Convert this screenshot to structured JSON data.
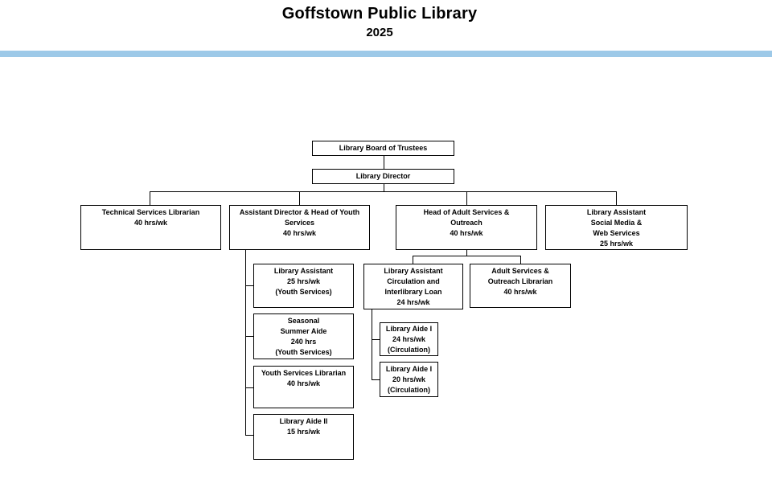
{
  "header": {
    "title": "Goffstown Public Library",
    "year": "2025",
    "divider_color": "#9dc9e8"
  },
  "org_chart": {
    "type": "org-tree",
    "nodes": [
      {
        "id": "library-board-of-trustees",
        "reports_to": null,
        "lines": [
          "Library Board of Trustees"
        ]
      },
      {
        "id": "library-director",
        "reports_to": "library-board-of-trustees",
        "lines": [
          "Library Director"
        ]
      },
      {
        "id": "technical-services-librarian",
        "reports_to": "library-director",
        "lines": [
          "Technical Services Librarian",
          "40 hrs/wk"
        ]
      },
      {
        "id": "assistant-director-head-of-youth-services",
        "reports_to": "library-director",
        "lines": [
          "Assistant Director & Head of Youth",
          "Services",
          "40 hrs/wk"
        ]
      },
      {
        "id": "head-of-adult-services-outreach",
        "reports_to": "library-director",
        "lines": [
          "Head of Adult Services &",
          "Outreach",
          "40 hrs/wk"
        ]
      },
      {
        "id": "library-assistant-social-media-web-services",
        "reports_to": "library-director",
        "lines": [
          "Library Assistant",
          "Social Media &",
          "Web Services",
          "25 hrs/wk"
        ]
      },
      {
        "id": "library-assistant-youth-services",
        "reports_to": "assistant-director-head-of-youth-services",
        "lines": [
          "Library Assistant",
          "25 hrs/wk",
          "(Youth Services)"
        ]
      },
      {
        "id": "seasonal-summer-aide",
        "reports_to": "assistant-director-head-of-youth-services",
        "lines": [
          "Seasonal",
          "Summer Aide",
          "240 hrs",
          "(Youth Services)"
        ]
      },
      {
        "id": "youth-services-librarian",
        "reports_to": "assistant-director-head-of-youth-services",
        "lines": [
          "Youth Services Librarian",
          "40 hrs/wk"
        ]
      },
      {
        "id": "library-aide-ii",
        "reports_to": "assistant-director-head-of-youth-services",
        "lines": [
          "Library Aide II",
          "15 hrs/wk"
        ]
      },
      {
        "id": "library-assistant-circulation-interlibrary-loan",
        "reports_to": "head-of-adult-services-outreach",
        "lines": [
          "Library Assistant",
          "Circulation and",
          "Interlibrary Loan",
          "24 hrs/wk"
        ]
      },
      {
        "id": "adult-services-outreach-librarian",
        "reports_to": "head-of-adult-services-outreach",
        "lines": [
          "Adult Services &",
          "Outreach Librarian",
          "40 hrs/wk"
        ]
      },
      {
        "id": "library-aide-i-24",
        "reports_to": "library-assistant-circulation-interlibrary-loan",
        "lines": [
          "Library Aide I",
          "24 hrs/wk",
          "(Circulation)"
        ]
      },
      {
        "id": "library-aide-i-20",
        "reports_to": "library-assistant-circulation-interlibrary-loan",
        "lines": [
          "Library Aide I",
          "20 hrs/wk",
          "(Circulation)"
        ]
      }
    ]
  }
}
